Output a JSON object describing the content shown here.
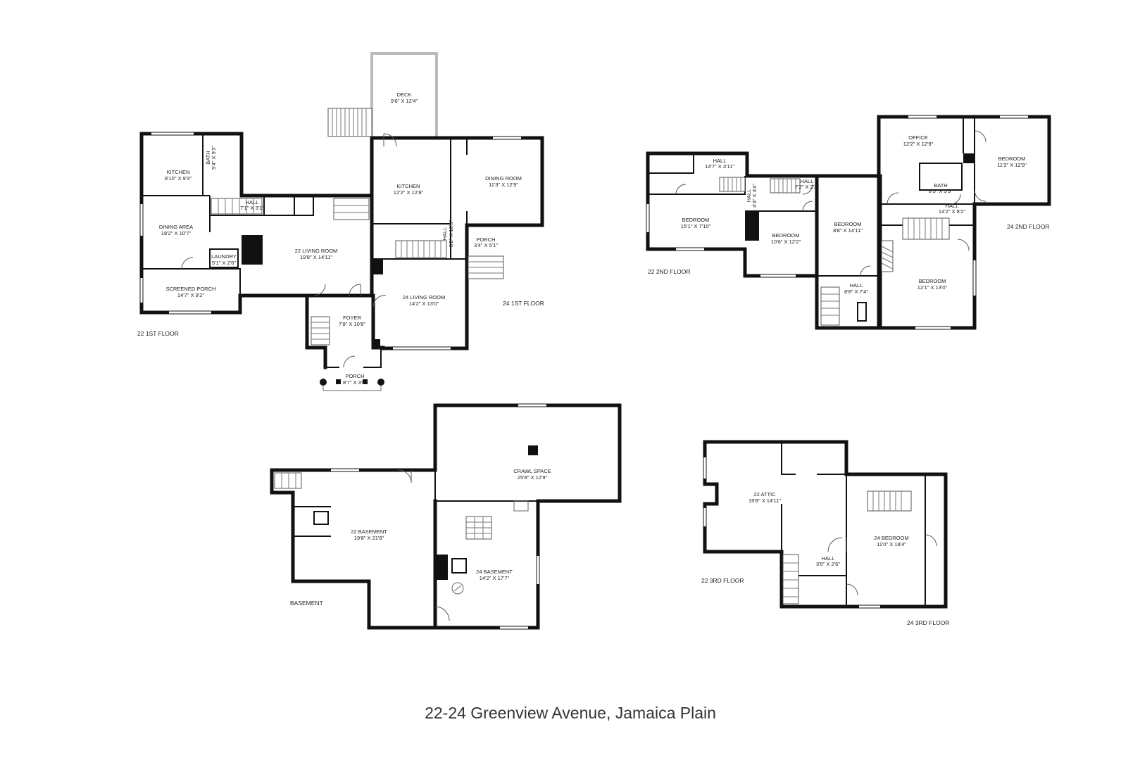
{
  "caption": "22-24 Greenview Avenue, Jamaica Plain",
  "floor_labels": {
    "f22_1": "22 1ST FLOOR",
    "f24_1": "24 1ST FLOOR",
    "f22_2": "22 2ND FLOOR",
    "f24_2": "24 2ND FLOOR",
    "basement": "BASEMENT",
    "f22_3": "22 3RD FLOOR",
    "f24_3": "24 3RD FLOOR"
  },
  "rooms": {
    "deck": {
      "name": "DECK",
      "dim": "9'6\" X 12'4\""
    },
    "kitchen22": {
      "name": "KITCHEN",
      "dim": "8'10\" X 9'3\""
    },
    "bath22": {
      "name": "BATH",
      "dim": "5'4\" X 9'3\""
    },
    "hall22_1": {
      "name": "HALL",
      "dim": "7'1\" X 3'1\""
    },
    "dining_area": {
      "name": "DINING AREA",
      "dim": "18'2\" X 10'7\""
    },
    "laundry": {
      "name": "LAUNDRY",
      "dim": "5'1\" X 2'6\""
    },
    "living22": {
      "name": "22 LIVING ROOM",
      "dim": "19'8\" X 14'11\""
    },
    "screened_porch": {
      "name": "SCREENED PORCH",
      "dim": "14'7\" X 9'2\""
    },
    "foyer": {
      "name": "FOYER",
      "dim": "7'8\" X 10'8\""
    },
    "porch_front": {
      "name": "PORCH",
      "dim": "8'7\" X 3'6\""
    },
    "kitchen24": {
      "name": "KITCHEN",
      "dim": "12'2\" X 12'8\""
    },
    "dining_room24": {
      "name": "DINING ROOM",
      "dim": "11'3\" X 12'9\""
    },
    "hall24_1": {
      "name": "HALL",
      "dim": "8'2\" X 10'9\""
    },
    "porch24": {
      "name": "PORCH",
      "dim": "3'4\" X 5'1\""
    },
    "living24": {
      "name": "24 LIVING ROOM",
      "dim": "14'2\" X 13'0\""
    },
    "hall22_2a": {
      "name": "HALL",
      "dim": "14'7\" X 3'11\""
    },
    "bed22_a": {
      "name": "BEDROOM",
      "dim": "15'1\" X 7'10\""
    },
    "hall22_2b": {
      "name": "HALL",
      "dim": "4'3\" X 3'4\""
    },
    "hall22_2c": {
      "name": "HALL",
      "dim": "7'2\" X 2'3\""
    },
    "bed22_b": {
      "name": "BEDROOM",
      "dim": "10'6\" X 12'2\""
    },
    "bed22_c": {
      "name": "BEDROOM",
      "dim": "8'8\" X 14'11\""
    },
    "hall22_2d": {
      "name": "HALL",
      "dim": "8'8\" X 7'4\""
    },
    "office": {
      "name": "OFFICE",
      "dim": "12'2\" X 12'9\""
    },
    "bath24": {
      "name": "BATH",
      "dim": "8'5\" X 5'9\""
    },
    "bed24_a": {
      "name": "BEDROOM",
      "dim": "11'3\" X 12'9\""
    },
    "hall24_2": {
      "name": "HALL",
      "dim": "14'2\" X 8'2\""
    },
    "bed24_b": {
      "name": "BEDROOM",
      "dim": "12'1\" X 13'0\""
    },
    "crawl": {
      "name": "CRAWL SPACE",
      "dim": "25'8\" X 12'9\""
    },
    "base22": {
      "name": "22 BASEMENT",
      "dim": "19'8\" X 21'8\""
    },
    "base24": {
      "name": "24 BASEMENT",
      "dim": "14'2\" X 17'7\""
    },
    "attic22": {
      "name": "22 ATTIC",
      "dim": "19'8\" X 14'11\""
    },
    "bed24_3": {
      "name": "24 BEDROOM",
      "dim": "11'0\" X 18'4\""
    },
    "hall24_3": {
      "name": "HALL",
      "dim": "3'5\" X 2'6\""
    }
  }
}
